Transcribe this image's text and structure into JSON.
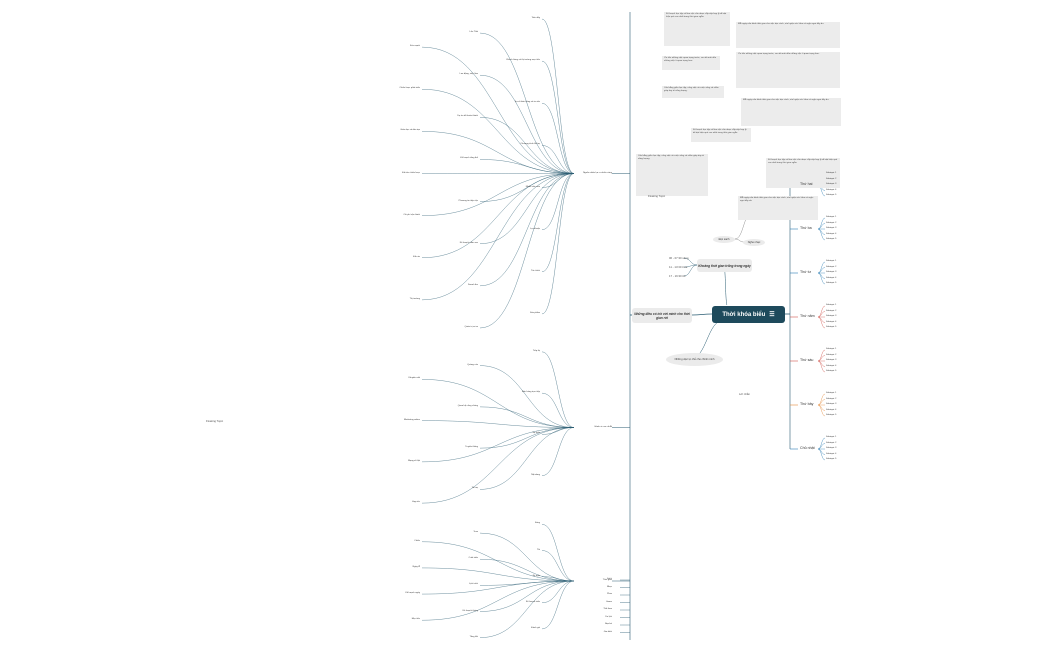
{
  "root": {
    "title": "Thời khóa biểu",
    "icon": "notes-icon"
  },
  "colors": {
    "root_bg": "#1e4a5c",
    "trunk": "#2b5d73",
    "branch_blue": "#2e7fb5",
    "branch_red": "#d0564e",
    "branch_orange": "#e58a3a"
  },
  "left_main": [
    {
      "label": "Nguồn nhân lực ở nhiều vùng",
      "items": [
        "Trên đây",
        "Lâu Thôi",
        "Sức mạnh",
        "Khách hàng và thị trường mục tiêu",
        "Lao động, việc làm",
        "Chiến lược phát triển",
        "Sự cố bán hàng và tư vấn",
        "Dự án đã hoàn thành",
        "Giáo dục và đào tạo",
        "Chương trình hỗ trợ",
        "Kế hoạch tổng thể",
        "Đối tác chiến lược",
        "Nhân viên mới",
        "Phương án tiếp cận",
        "Chi phí vận hành",
        "Lợi nhuận",
        "Kế hoạch năm sau",
        "Đầu tư",
        "Tài chính",
        "Doanh thu",
        "Thị trường",
        "Sản phẩm",
        "Quản trị rủi ro"
      ]
    },
    {
      "label": "Hành vi của chuỗi",
      "items": [
        "Tiếp thị",
        "Quảng cáo",
        "Khuyến mãi",
        "Bán hàng trực tiếp",
        "Quan hệ công chúng",
        "Marketing online",
        "Sự kiện",
        "Truyền thông",
        "Mạng xã hội",
        "Nội dung",
        "Tài trợ",
        "Hợp tác"
      ]
    },
    {
      "label": "Thời gian",
      "items": [
        "Sáng",
        "Trưa",
        "Chiều",
        "Tối",
        "Cuối tuần",
        "Ngày lễ",
        "Kỳ nghỉ",
        "Lịch trình",
        "Kế hoạch ngày",
        "Kế hoạch tuần",
        "Kế hoạch tháng",
        "Mục tiêu",
        "Đánh giá",
        "Tổng kết"
      ]
    }
  ],
  "center_nodes": {
    "top": "Những điều có ích với mình cho thời gian rời",
    "mid_label": "Khoảng thời gian trống trong ngày",
    "oval": "Những việc tự chủ cho chính mình",
    "times": [
      "06 - 07:30 sáng",
      "11 - 13:30 trưa",
      "17 - 19:30 tối"
    ],
    "small_ovals": [
      "Xem phim",
      "Đọc sách",
      "Nghe nhạc"
    ]
  },
  "notes": [
    "Kế hoạch học tập và làm việc cần được sắp xếp hợp lý để đạt hiệu quả cao nhất trong thời gian ngắn.",
    "Mỗi ngày nên dành thời gian cho việc đọc sách, rèn luyện sức khỏe và nghỉ ngơi đầy đủ.",
    "Ưu tiên những việc quan trọng trước, sau đó mới đến những việc ít quan trọng hơn.",
    "Cân bằng giữa học tập, công việc và cuộc sống cá nhân giúp duy trì năng lượng."
  ],
  "days": [
    {
      "label": "Thứ hai",
      "color": "#2e7fb5",
      "subs": [
        "Subtopic 1",
        "Subtopic 2",
        "Subtopic 3",
        "Subtopic 4",
        "Subtopic 5"
      ]
    },
    {
      "label": "Thứ ba",
      "color": "#2e7fb5",
      "subs": [
        "Subtopic 1",
        "Subtopic 2",
        "Subtopic 3",
        "Subtopic 4",
        "Subtopic 5"
      ]
    },
    {
      "label": "Thứ tư",
      "color": "#2e7fb5",
      "subs": [
        "Subtopic 1",
        "Subtopic 2",
        "Subtopic 3",
        "Subtopic 4",
        "Subtopic 5"
      ]
    },
    {
      "label": "Thứ năm",
      "color": "#d0564e",
      "subs": [
        "Subtopic 1",
        "Subtopic 2",
        "Subtopic 3",
        "Subtopic 4",
        "Subtopic 5"
      ]
    },
    {
      "label": "Thứ sáu",
      "color": "#d0564e",
      "subs": [
        "Subtopic 1",
        "Subtopic 2",
        "Subtopic 3",
        "Subtopic 4",
        "Subtopic 5"
      ]
    },
    {
      "label": "Thứ bảy",
      "color": "#e58a3a",
      "subs": [
        "Subtopic 1",
        "Subtopic 2",
        "Subtopic 3",
        "Subtopic 4",
        "Subtopic 5"
      ]
    },
    {
      "label": "Chủ nhật",
      "color": "#2e7fb5",
      "subs": [
        "Subtopic 1",
        "Subtopic 2",
        "Subtopic 3",
        "Subtopic 4",
        "Subtopic 5"
      ]
    }
  ],
  "floating": [
    "Floating Topic",
    "Floating Topic",
    "Lời nhắn"
  ]
}
